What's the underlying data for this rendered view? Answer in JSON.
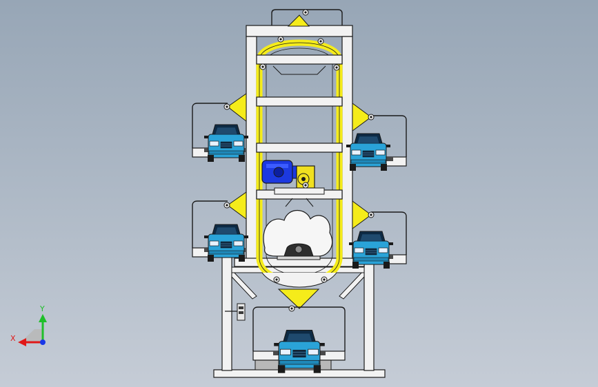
{
  "viewport": {
    "title": ""
  },
  "triad": {
    "x_label": "X",
    "y_label": "Y",
    "colors": {
      "x": "#e01818",
      "y": "#1fbf2a",
      "z": "#1838e8",
      "plane": "#b8b8b8"
    }
  },
  "colors": {
    "background_top": "#97a6b6",
    "background_bottom": "#c5ccd6",
    "frame": "#f2f2f2",
    "outline": "#1a1a1a",
    "yellow_part": "#f5ec1a",
    "car_body": "#2aa3d8",
    "car_glass": "#0d2a44",
    "motor": "#1c39e0",
    "gearbox": "#f0e020"
  },
  "model": {
    "name": "",
    "pallets": [
      {
        "id": "top-left"
      },
      {
        "id": "top-right"
      },
      {
        "id": "middle-left"
      },
      {
        "id": "middle-right"
      },
      {
        "id": "bottom"
      }
    ]
  }
}
